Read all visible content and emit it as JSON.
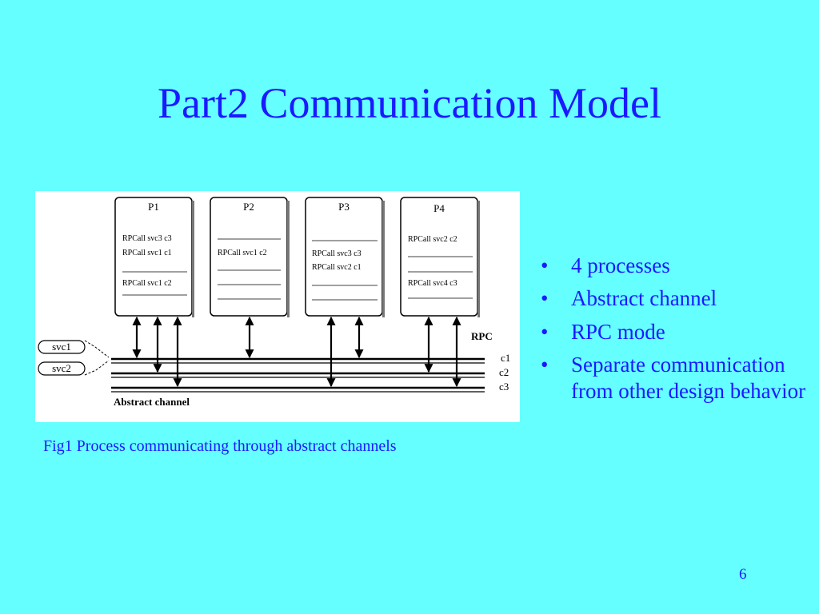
{
  "slide": {
    "title": "Part2 Communication Model",
    "page_number": "6"
  },
  "figure": {
    "caption": "Fig1 Process communicating through abstract channels",
    "processes": [
      {
        "name": "P1",
        "calls": [
          "RPCall svc3 c3",
          "RPCall svc1 c1",
          "",
          "RPCall svc1 c2"
        ]
      },
      {
        "name": "P2",
        "calls": [
          "",
          "RPCall svc1 c2",
          "",
          "",
          ""
        ]
      },
      {
        "name": "P3",
        "calls": [
          "",
          "RPCall svc3 c3",
          "RPCall svc2 c1",
          "",
          ""
        ]
      },
      {
        "name": "P4",
        "calls": [
          "RPCall svc2 c2",
          "",
          "",
          "RPCall svc4 c3"
        ]
      }
    ],
    "services": [
      "svc1",
      "svc2"
    ],
    "channels": [
      "c1",
      "c2",
      "c3"
    ],
    "mode_label": "RPC",
    "channel_label": "Abstract channel"
  },
  "bullets": [
    "4 processes",
    "Abstract channel",
    "RPC mode",
    "Separate communication from other design behavior"
  ],
  "colors": {
    "background": "#66ffff",
    "text": "#1a1aff"
  }
}
